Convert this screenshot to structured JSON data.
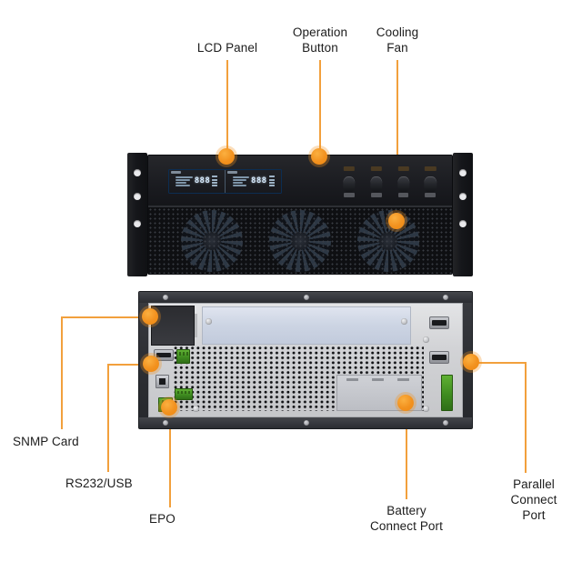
{
  "diagram": {
    "title": "UPS front and rear panel callout diagram",
    "accent_color": "#F2911E",
    "leader_color": "#F2A03C",
    "background": "#FFFFFF"
  },
  "callouts": [
    {
      "id": "lcd-panel",
      "label": "LCD Panel",
      "view": "front"
    },
    {
      "id": "operation-button",
      "label": "Operation\nButton",
      "view": "front"
    },
    {
      "id": "cooling-fan",
      "label": "Cooling\nFan",
      "view": "front"
    },
    {
      "id": "snmp-card",
      "label": "SNMP Card",
      "view": "rear"
    },
    {
      "id": "rs232-usb",
      "label": "RS232/USB",
      "view": "rear"
    },
    {
      "id": "epo",
      "label": "EPO",
      "view": "rear"
    },
    {
      "id": "battery-connect-port",
      "label": "Battery\nConnect Port",
      "view": "rear"
    },
    {
      "id": "parallel-connect-port",
      "label": "Parallel\nConnect Port",
      "view": "rear"
    }
  ],
  "front_panel": {
    "lcd": {
      "left_readout": "888",
      "right_readout": "888",
      "backlight_color": "#1D5FA8"
    },
    "buttons": [
      {
        "name": "button-1"
      },
      {
        "name": "button-2"
      },
      {
        "name": "button-3"
      },
      {
        "name": "button-4"
      }
    ],
    "fan_count": 3,
    "rack_ear_holes": 3
  },
  "rear_panel": {
    "snmp_slot": "intelligent-slot",
    "serial_ports": 1,
    "usb_ports": 1,
    "parallel_ports": 2,
    "terminal_blocks": 3,
    "battery_cover": "battery-connect-cover"
  }
}
